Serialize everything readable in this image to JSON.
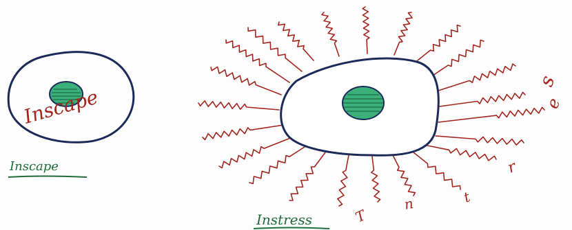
{
  "left_figure": {
    "inner_label": "Inscape",
    "caption": "Inscape"
  },
  "right_figure": {
    "caption": "Instress",
    "side_letters": [
      "s",
      "e",
      "r",
      "t",
      "n",
      "T"
    ]
  },
  "colors": {
    "outline": "#1c2a5a",
    "nucleus": "#3bb07a",
    "nucleus_hatch": "#1e6b45",
    "rays": "#a3241c",
    "inner_text": "#a3241c",
    "caption": "#1f6b3a",
    "caption_underline": "#1f6b3a",
    "side_letters": "#a3241c"
  }
}
